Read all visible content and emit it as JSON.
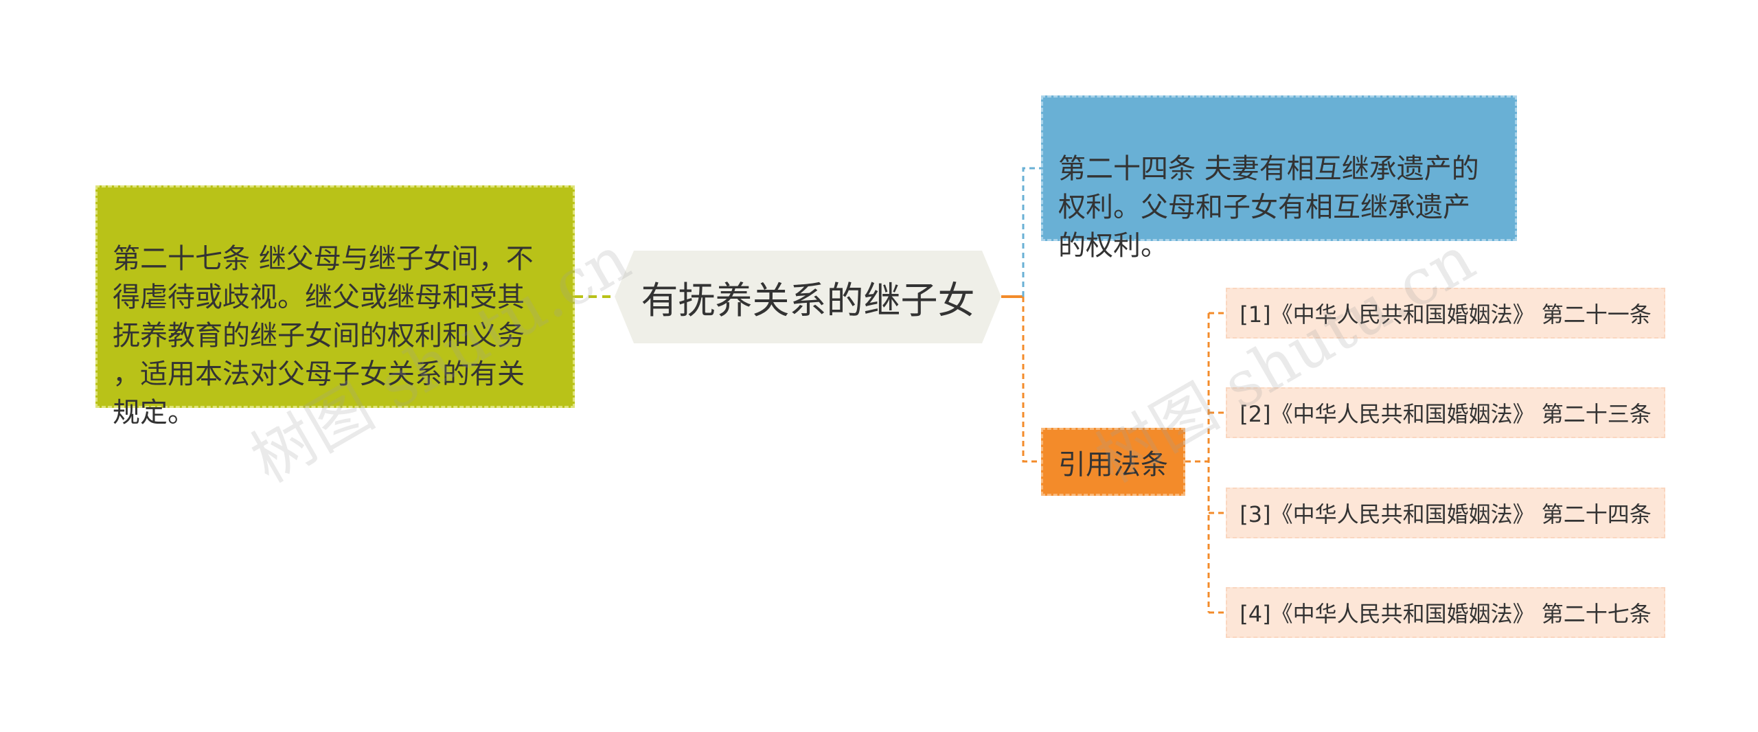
{
  "central_topic": "有抚养关系的继子女",
  "left_node": {
    "text": "第二十七条 继父母与继子女间，不\n得虐待或歧视。继父或继母和受其\n抚养教育的继子女间的权利和义务\n，适用本法对父母子女关系的有关\n规定。"
  },
  "top_right_node": {
    "text": "第二十四条 夫妻有相互继承遗产的\n权利。父母和子女有相互继承遗产\n的权利。"
  },
  "references": {
    "label": "引用法条",
    "items": [
      "[1]《中华人民共和国婚姻法》 第二十一条",
      "[2]《中华人民共和国婚姻法》 第二十三条",
      "[3]《中华人民共和国婚姻法》 第二十四条",
      "[4]《中华人民共和国婚姻法》 第二十七条"
    ]
  },
  "watermarks": [
    "树图 shutu.cn",
    "树图 shutu.cn"
  ],
  "colors": {
    "left_node": "#b9c218",
    "top_right_node": "#69b0d5",
    "ref_label": "#f38b2a",
    "ref_item": "#fde6d7",
    "central": "#efefe8",
    "connector_blue": "#69b0d5",
    "connector_orange": "#f38b2a",
    "connector_green": "#b9c218"
  }
}
